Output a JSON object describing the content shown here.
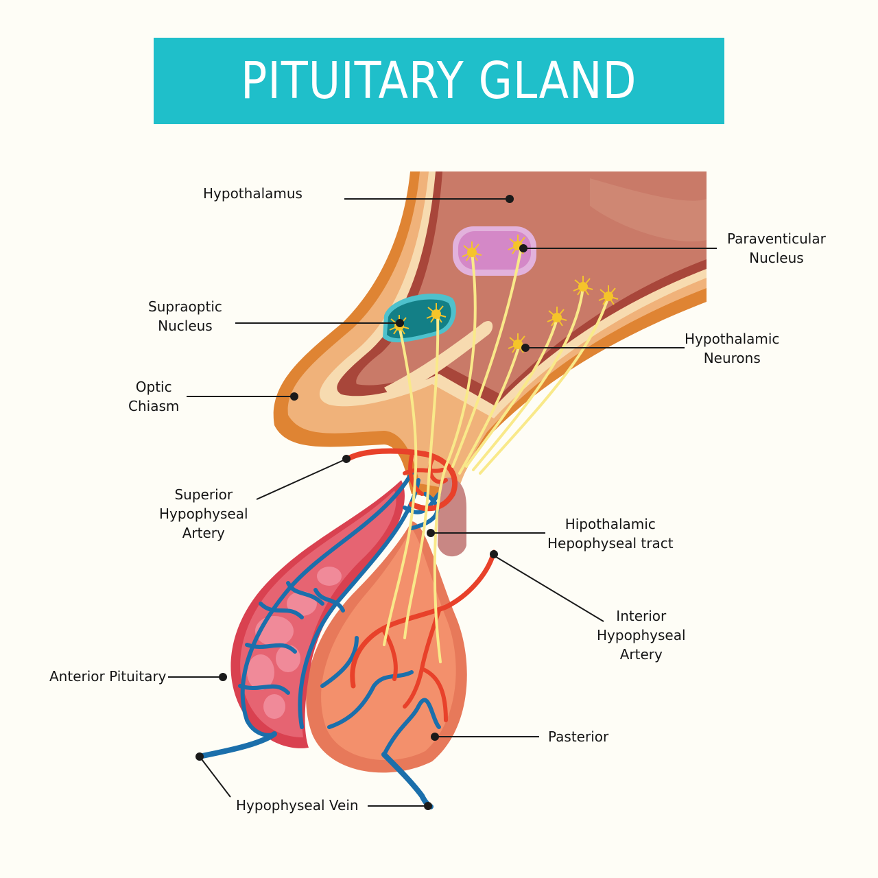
{
  "title": "PITUITARY GLAND",
  "colors": {
    "banner": "#1fbfca",
    "background": "#fefdf6",
    "hypothalamus": "#c97a68",
    "outer_orange": "#df8433",
    "cream": "#f7d9a8",
    "supraoptic_nucleus": "#137f86",
    "paraventicular_nucleus": "#d488c7",
    "neuron": "#f5c42a",
    "axon": "#f9e98a",
    "artery": "#e8412a",
    "vein": "#1b6fab",
    "anterior_pituitary": "#e0545f",
    "posterior_pituitary": "#f3906c"
  },
  "labels": {
    "hypothalamus": [
      "Hypothalamus"
    ],
    "paraventricular_nucleus": [
      "Paraventicular",
      "Nucleus"
    ],
    "supraoptic_nucleus": [
      "Supraoptic",
      "Nucleus"
    ],
    "hypothalamic_neurons": [
      "Hypothalamic",
      "Neurons"
    ],
    "optic_chiasm": [
      "Optic",
      "Chiasm"
    ],
    "superior_hypophyseal_artery": [
      "Superior",
      "Hypophyseal",
      "Artery"
    ],
    "hypothalamic_hypophyseal_tract": [
      "Hipothalamic",
      "Hepophyseal tract"
    ],
    "inferior_hypophyseal_artery": [
      "Interior",
      "Hypophyseal",
      "Artery"
    ],
    "anterior_pituitary": [
      "Anterior Pituitary"
    ],
    "posterior_pituitary": [
      "Pasterior"
    ],
    "hypophyseal_vein": [
      "Hypophyseal Vein"
    ]
  }
}
